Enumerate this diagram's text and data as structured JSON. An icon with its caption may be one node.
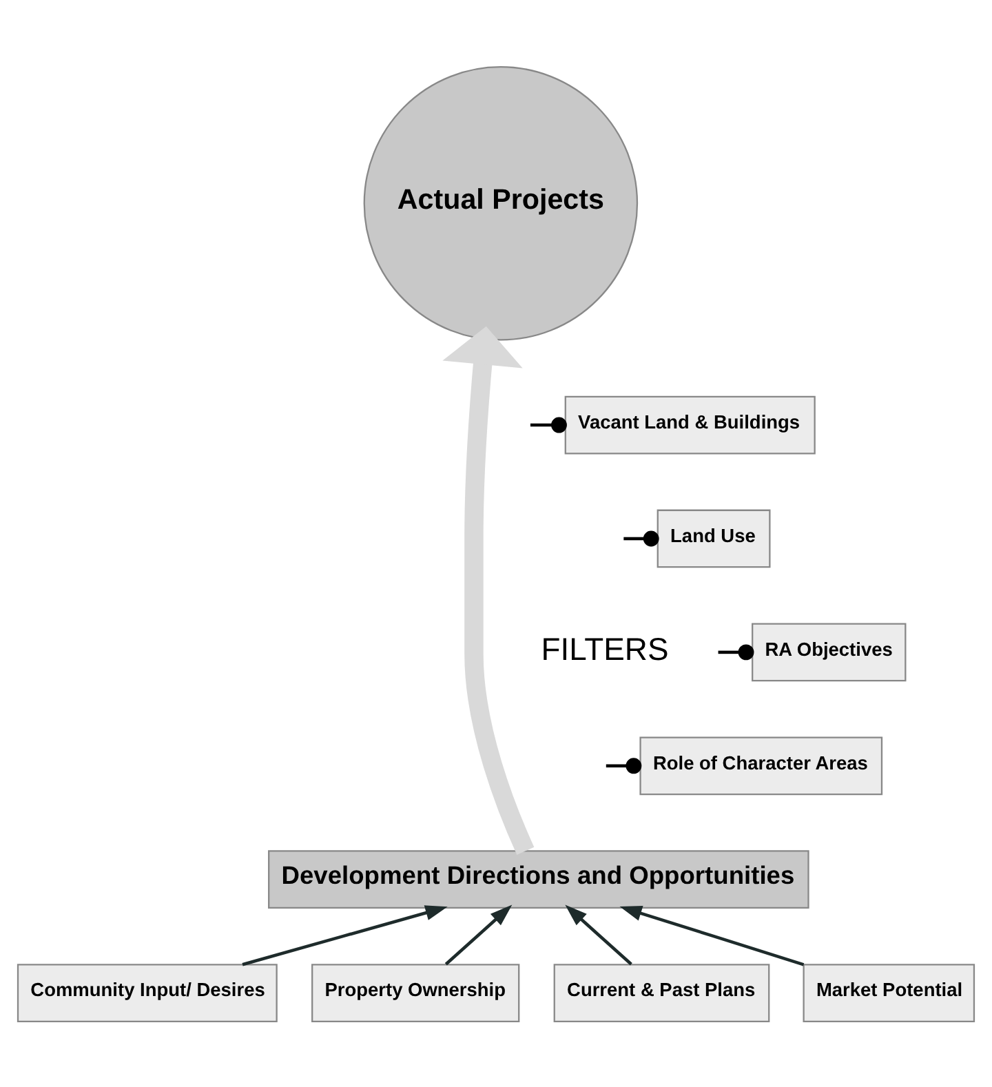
{
  "diagram": {
    "nodes": [
      {
        "text": [
          "Actual Projects"
        ]
      },
      {
        "text": [
          "Development Directions and Opportunities"
        ]
      },
      {
        "text": [
          "Community Input/ Desires"
        ]
      },
      {
        "text": [
          "Property Ownership"
        ]
      },
      {
        "text": [
          "Current & Past Plans"
        ]
      },
      {
        "text": [
          "Market Potential"
        ]
      },
      {
        "text": [
          "Vacant Land & Buildings"
        ]
      },
      {
        "text": [
          "Land Use"
        ]
      },
      {
        "text": [
          "RA Objectives"
        ]
      },
      {
        "text": [
          "Role of Character Areas"
        ]
      }
    ],
    "edges": [
      {
        "from": 2,
        "to": 1,
        "arrow": "to",
        "color": "#1e2b2b"
      },
      {
        "from": 3,
        "to": 1,
        "arrow": "to",
        "color": "#1e2b2b"
      },
      {
        "from": 4,
        "to": 1,
        "arrow": "to",
        "color": "#1e2b2b"
      },
      {
        "from": 5,
        "to": 1,
        "arrow": "to",
        "color": "#1e2b2b"
      },
      {
        "from": 1,
        "to": 0,
        "arrow": "to",
        "style": "thick",
        "color": "#d9d9d9"
      },
      {
        "from": null,
        "to": 6,
        "arrow": "other"
      },
      {
        "from": null,
        "to": 7,
        "arrow": "other"
      },
      {
        "from": null,
        "to": 8,
        "arrow": "other"
      },
      {
        "from": null,
        "to": 9,
        "arrow": "other"
      }
    ],
    "labels": [
      "FILTERS"
    ]
  }
}
